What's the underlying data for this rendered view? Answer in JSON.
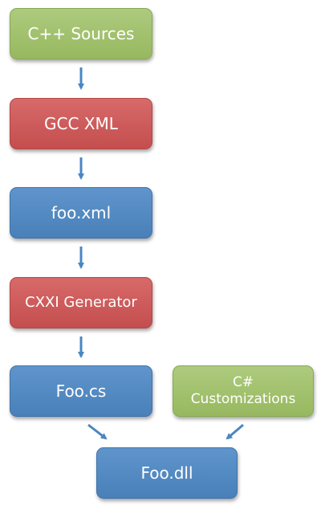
{
  "diagram": {
    "nodes": {
      "cpp_sources": "C++ Sources",
      "gcc_xml": "GCC XML",
      "foo_xml": "foo.xml",
      "cxxi_generator": "CXXI Generator",
      "foo_cs": "Foo.cs",
      "csharp_customizations": "C#\nCustomizations",
      "foo_dll": "Foo.dll"
    },
    "edges": [
      [
        "cpp_sources",
        "gcc_xml"
      ],
      [
        "gcc_xml",
        "foo_xml"
      ],
      [
        "foo_xml",
        "cxxi_generator"
      ],
      [
        "cxxi_generator",
        "foo_cs"
      ],
      [
        "foo_cs",
        "foo_dll"
      ],
      [
        "csharp_customizations",
        "foo_dll"
      ]
    ],
    "colors": {
      "green": "#a4c26f",
      "red": "#cf5c5c",
      "blue": "#548bc3",
      "arrow": "#4a86c2"
    }
  }
}
